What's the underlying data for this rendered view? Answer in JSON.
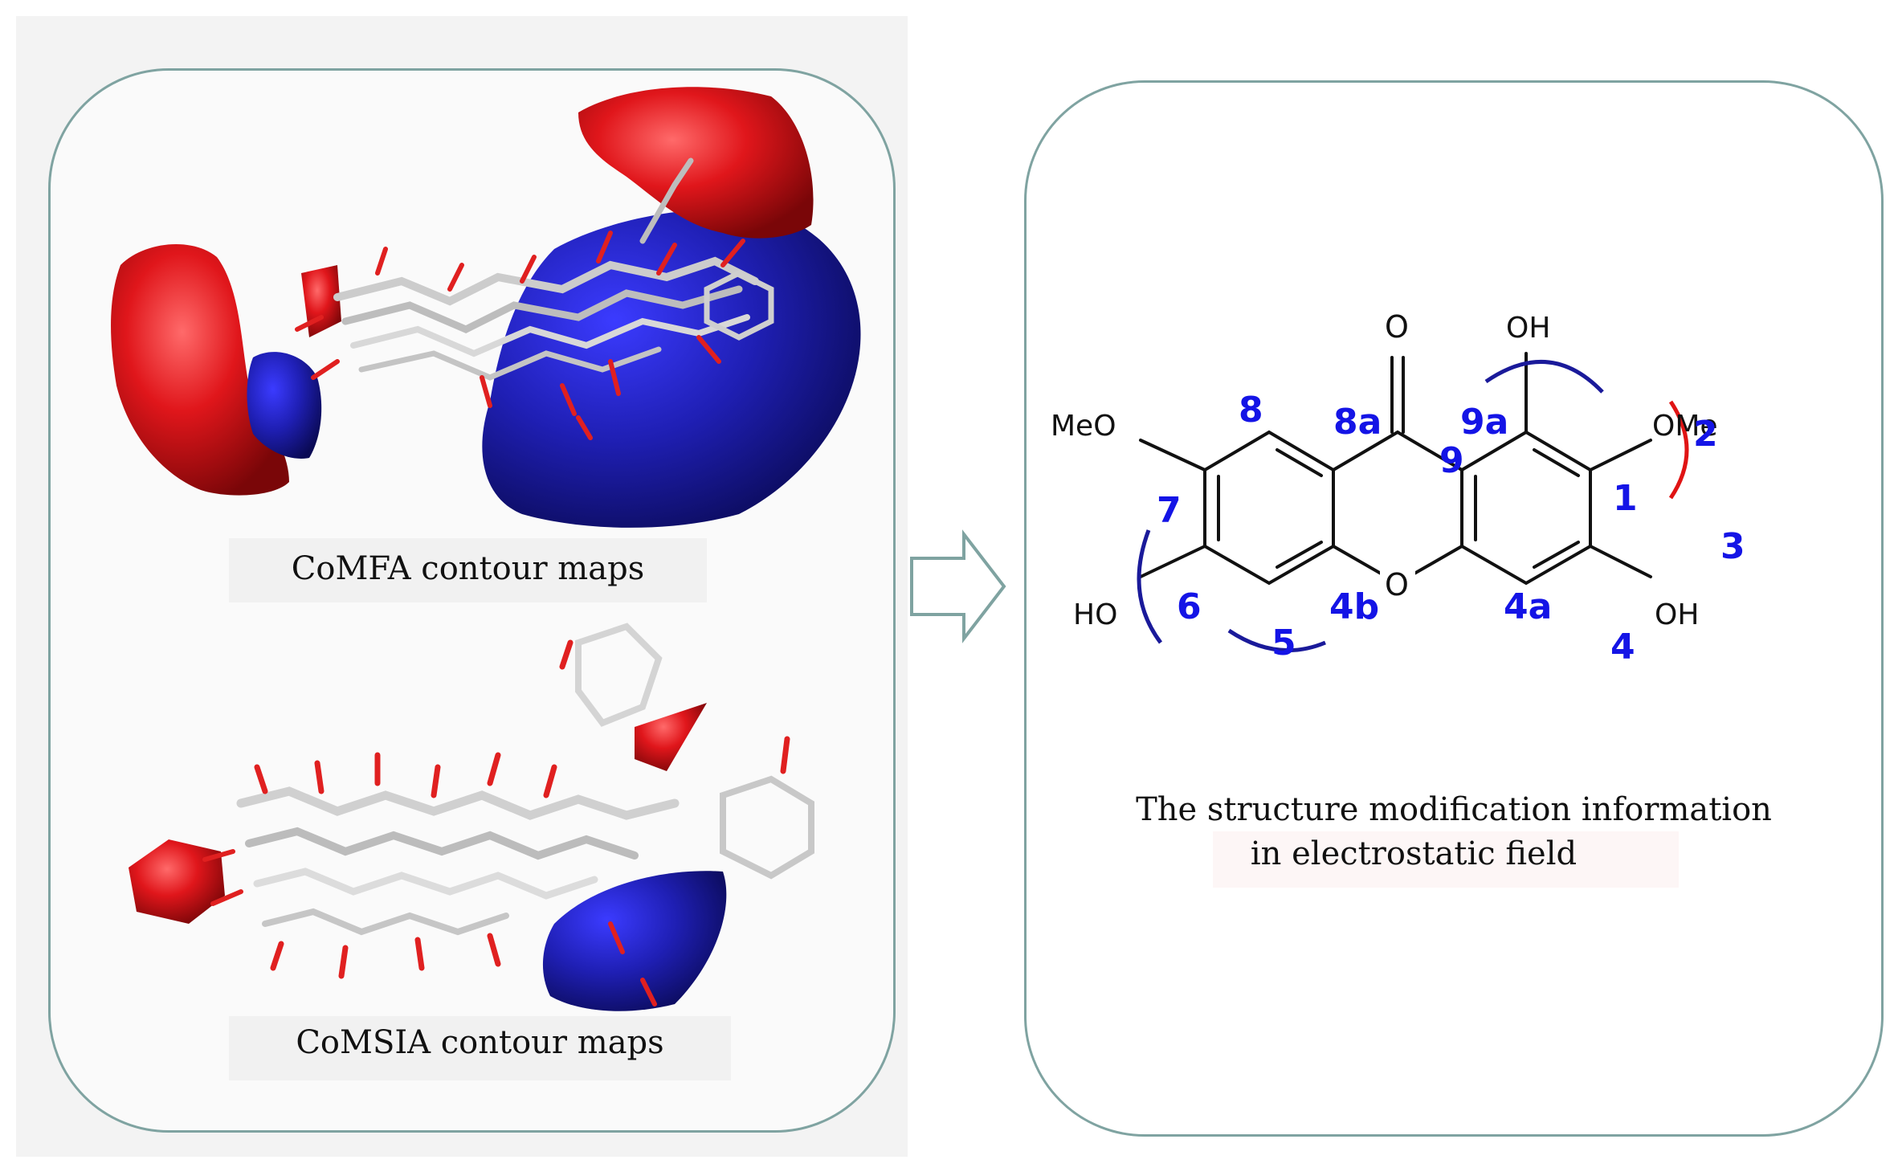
{
  "left_panel": {
    "comfa_caption": "CoMFA contour maps",
    "comsia_caption": "CoMSIA contour maps"
  },
  "right_panel": {
    "caption_line1": "The structure modification information",
    "caption_line2": "in electrostatic field"
  },
  "structure": {
    "atom_labels": {
      "O_carbonyl": "O",
      "O_ring": "O",
      "OH_top": "OH",
      "OMe_right": "OMe",
      "OH_right": "OH",
      "MeO_left": "MeO",
      "HO_left": "HO"
    },
    "position_numbers": {
      "p8": "8",
      "p8a": "8a",
      "p9": "9",
      "p9a": "9a",
      "p1": "1",
      "p2": "2",
      "p3": "3",
      "p4": "4",
      "p4a": "4a",
      "p4b": "4b",
      "p5": "5",
      "p6": "6",
      "p7": "7"
    }
  },
  "colors": {
    "panel_border": "#7fa3a1",
    "position_number": "#1414e6",
    "red_contour": "#e0161b",
    "blue_contour": "#1f1fb4",
    "modification_blue_arc": "#1a1a9a",
    "modification_red_arc": "#e01414",
    "arrow_outline": "#7fa3a1"
  }
}
